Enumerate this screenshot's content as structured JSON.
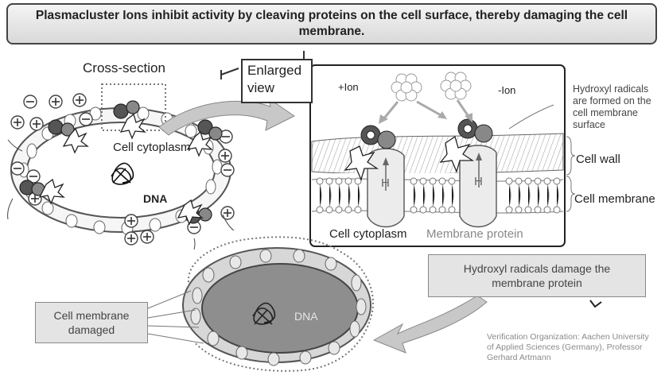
{
  "title": "Plasmacluster Ions inhibit activity by cleaving proteins on the cell surface, thereby damaging the cell membrane.",
  "labels": {
    "cross_section": "Cross-section",
    "enlarged_view": "Enlarged view",
    "cell_cytoplasm_left": "Cell cytoplasm",
    "dna_left": "DNA",
    "plus_ion": "+Ion",
    "minus_ion": "-Ion",
    "hydroxyl_formed": "Hydroxyl radicals are formed on the cell membrane surface",
    "cell_wall": "Cell wall",
    "cell_membrane": "Cell membrane",
    "cell_cytoplasm_right": "Cell cytoplasm",
    "membrane_protein": "Membrane protein",
    "hydroxyl_damage": "Hydroxyl radicals damage the membrane protein",
    "cell_membrane_damaged": "Cell membrane damaged",
    "dna_bottom": "DNA",
    "h_letter": "H",
    "credit": "Verification Organization: Aachen University of Applied Sciences (Germany), Professor Gerhard Artmann"
  },
  "colors": {
    "title_bg": "#e0e0e0",
    "cell_fill": "#e9e9e9",
    "damaged_cell_fill": "#8e8e8e",
    "callout_bg": "#e4e4e4",
    "arrow_fill": "#c8c8c8"
  }
}
